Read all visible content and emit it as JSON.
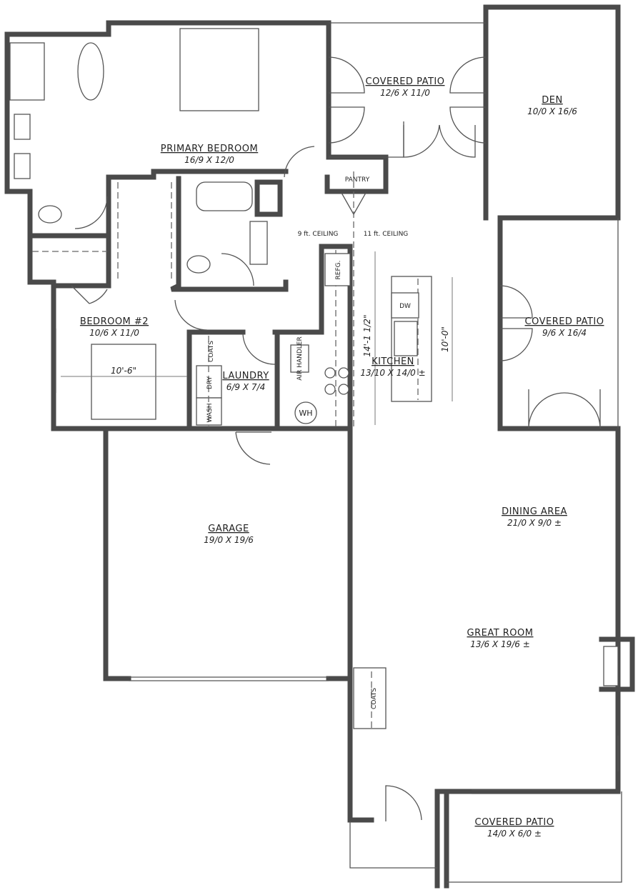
{
  "rooms": {
    "primary_bedroom": {
      "name": "PRIMARY BEDROOM",
      "size": "16/9 X 12/0"
    },
    "covered_patio_top": {
      "name": "COVERED PATIO",
      "size": "12/6 X 11/0"
    },
    "den": {
      "name": "DEN",
      "size": "10/0 X 16/6"
    },
    "pantry": {
      "name": "PANTRY"
    },
    "covered_patio_right": {
      "name": "COVERED PATIO",
      "size": "9/6 X 16/4"
    },
    "bedroom2": {
      "name": "BEDROOM #2",
      "size": "10/6 X 11/0"
    },
    "laundry": {
      "name": "LAUNDRY",
      "size": "6/9 X 7/4"
    },
    "kitchen": {
      "name": "KITCHEN",
      "size": "13/10 X 14/0 ±"
    },
    "dining": {
      "name": "DINING AREA",
      "size": "21/0 X 9/0 ±"
    },
    "garage": {
      "name": "GARAGE",
      "size": "19/0 X 19/6"
    },
    "great_room": {
      "name": "GREAT ROOM",
      "size": "13/6 X 19/6 ±"
    },
    "covered_patio_bottom": {
      "name": "COVERED PATIO",
      "size": "14/0 X 6/0 ±"
    }
  },
  "annotations": {
    "ceiling_9": "9 ft. CEILING",
    "ceiling_11": "11 ft. CEILING",
    "kitchen_dim": "14'-1 1/2\"",
    "island_dim": "10'-0\"",
    "bedroom_dim": "10'-6\"",
    "coats_laundry": "COATS",
    "coats_entry": "COATS",
    "refrigerator": "REFG.",
    "dishwasher": "DW",
    "air_handler": "AIR HANDLER",
    "water_heater": "WH",
    "dryer": "DRY",
    "washer": "WASH"
  }
}
